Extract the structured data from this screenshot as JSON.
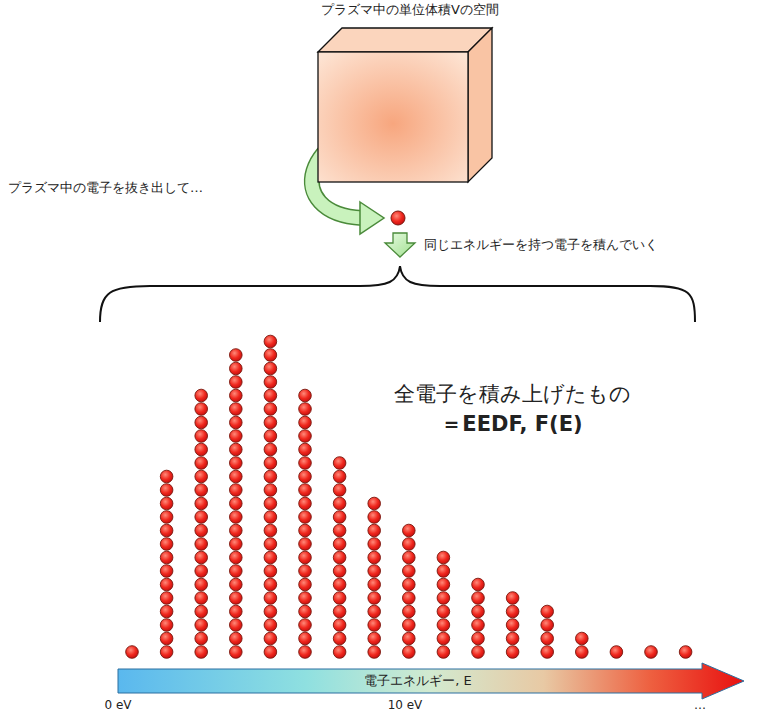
{
  "diagram": {
    "nodes": [
      {
        "text": [
          "プラズマ中の単位体積Vの空間"
        ]
      },
      {
        "text": [
          "電子エネルギー, E"
        ]
      }
    ],
    "labels": [
      "プラズマ中の電子を抜き出して…",
      "同じエネルギーを持つ電子を積んでいく",
      "全電子を積み上げたもの",
      "＝EEDF, F(E)",
      "0 eV",
      "10 eV",
      "…"
    ]
  }
}
